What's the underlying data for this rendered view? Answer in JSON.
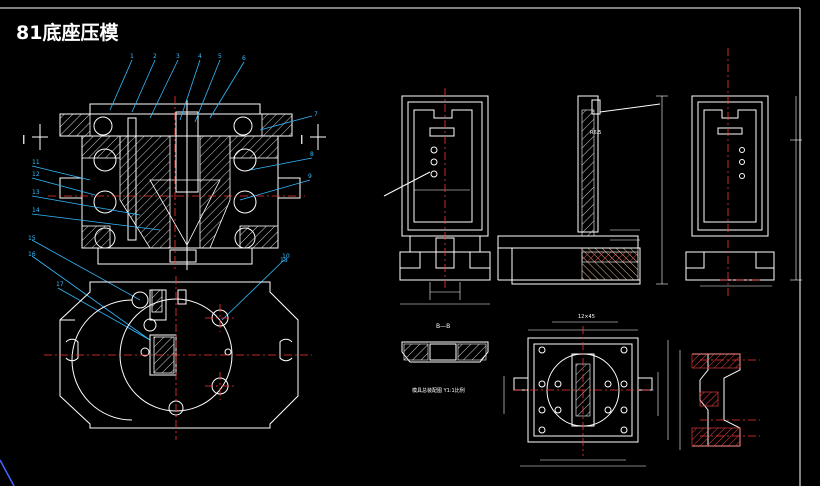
{
  "title": "81底座压模",
  "colors": {
    "background": "#000000",
    "line": "#ffffff",
    "leader": "#33bbff",
    "center": "#ff3333",
    "hatch": "#ff4444",
    "cream": "#ffcc99"
  },
  "section_mark_left": "I",
  "section_mark_right": "I",
  "part_numbers": [
    "1",
    "2",
    "3",
    "4",
    "5",
    "6",
    "7",
    "8",
    "9",
    "10",
    "11",
    "12",
    "13",
    "14",
    "15",
    "16",
    "17",
    "18"
  ],
  "labels": {
    "section_view": "B—B",
    "cut_caption": "模具总装配图 Y1:1比例",
    "dimension_small": "R6.5",
    "dimension_tiny": "12×45"
  }
}
